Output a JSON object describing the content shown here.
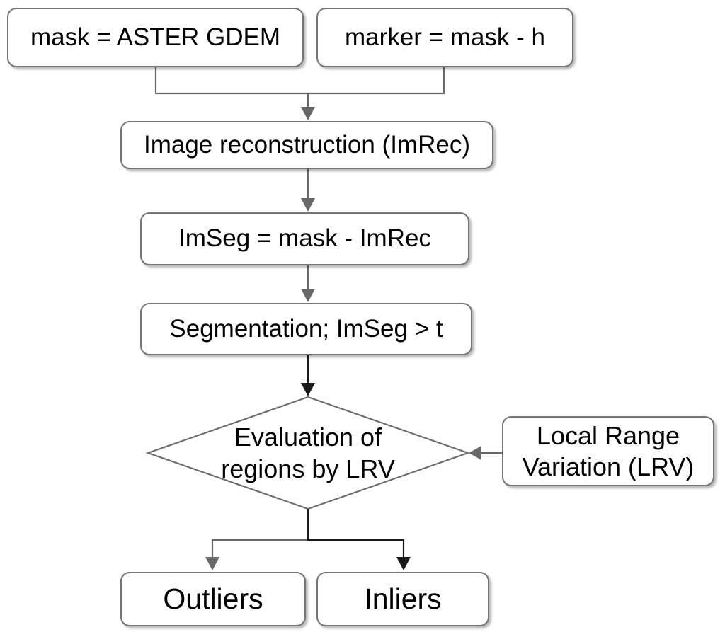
{
  "flowchart": {
    "nodes": {
      "mask": {
        "label": "mask = ASTER GDEM",
        "shape": "rounded-rect"
      },
      "marker": {
        "label": "marker = mask - h",
        "shape": "rounded-rect"
      },
      "imrec": {
        "label": "Image reconstruction (ImRec)",
        "shape": "rounded-rect"
      },
      "imseg": {
        "label": "ImSeg = mask - ImRec",
        "shape": "rounded-rect"
      },
      "segmentation": {
        "label": "Segmentation; ImSeg > t",
        "shape": "rounded-rect"
      },
      "evaluation": {
        "label": "Evaluation of regions by LRV",
        "shape": "diamond"
      },
      "lrv": {
        "label": "Local Range Variation (LRV)",
        "shape": "rounded-rect"
      },
      "outliers": {
        "label": "Outliers",
        "shape": "rounded-rect"
      },
      "inliers": {
        "label": "Inliers",
        "shape": "rounded-rect"
      }
    },
    "edges": [
      {
        "from": "mask",
        "to": "imrec",
        "color": "gray"
      },
      {
        "from": "marker",
        "to": "imrec",
        "color": "gray"
      },
      {
        "from": "imrec",
        "to": "imseg",
        "color": "gray"
      },
      {
        "from": "imseg",
        "to": "segmentation",
        "color": "gray"
      },
      {
        "from": "segmentation",
        "to": "evaluation",
        "color": "dark"
      },
      {
        "from": "lrv",
        "to": "evaluation",
        "color": "gray"
      },
      {
        "from": "evaluation",
        "to": "outliers",
        "color": "gray"
      },
      {
        "from": "evaluation",
        "to": "inliers",
        "color": "dark"
      }
    ],
    "colors": {
      "background": "#ffffff",
      "box_fill": "#ffffff",
      "box_border": "#757575",
      "connector_gray": "#686868",
      "connector_dark": "#1a1a1a",
      "text": "#000000"
    }
  }
}
